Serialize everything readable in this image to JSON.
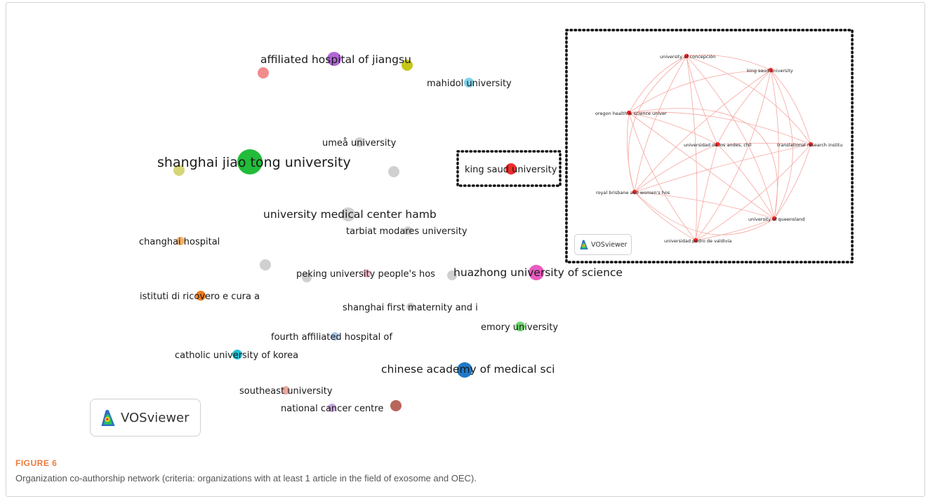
{
  "caption": {
    "label": "FIGURE 6",
    "text": "Organization co-authorship network (criteria: organizations with at least 1 article in the field of exosome and OEC)."
  },
  "logo": {
    "text": "VOSviewer"
  },
  "network": {
    "nodes": [
      {
        "label": "affiliated hospital of jiangsu",
        "color": "#b266d6",
        "size": "m"
      },
      {
        "label": "",
        "color": "#f28c8c",
        "size": "s"
      },
      {
        "label": "",
        "color": "#c6c619",
        "size": "s"
      },
      {
        "label": "mahidol university",
        "color": "#7fd3ea",
        "size": "s"
      },
      {
        "label": "umeå university",
        "color": "#d0d0d0",
        "size": "s"
      },
      {
        "label": "shanghai jiao tong university",
        "color": "#22bb3a",
        "size": "xl"
      },
      {
        "label": "",
        "color": "#d6d678",
        "size": "s"
      },
      {
        "label": "",
        "color": "#d0d0d0",
        "size": "s"
      },
      {
        "label": "king saud university",
        "color": "#ee2b2b",
        "size": "s"
      },
      {
        "label": "university medical center hamb",
        "color": "#d0d0d0",
        "size": "m"
      },
      {
        "label": "tarbiat modares university",
        "color": "#d0d0d0",
        "size": "xs"
      },
      {
        "label": "changhai hospital",
        "color": "#f5b16b",
        "size": "xs"
      },
      {
        "label": "",
        "color": "#d0d0d0",
        "size": "s"
      },
      {
        "label": "peking university people's hos",
        "color": "#f2b8cf",
        "size": "xs"
      },
      {
        "label": "",
        "color": "#d0d0d0",
        "size": "s"
      },
      {
        "label": "",
        "color": "#d0d0d0",
        "size": "s"
      },
      {
        "label": "huazhong university of science",
        "color": "#e85cbf",
        "size": "m"
      },
      {
        "label": "istituti di ricovero e cura a",
        "color": "#f07b1c",
        "size": "s"
      },
      {
        "label": "shanghai first maternity and i",
        "color": "#d0d0d0",
        "size": "xs"
      },
      {
        "label": "emory university",
        "color": "#72d672",
        "size": "s"
      },
      {
        "label": "fourth affiliated hospital of",
        "color": "#a9c8ec",
        "size": "xs"
      },
      {
        "label": "catholic university of korea",
        "color": "#1cc0d8",
        "size": "s"
      },
      {
        "label": "chinese academy of medical sci",
        "color": "#1f78c8",
        "size": "m"
      },
      {
        "label": "southeast university",
        "color": "#e8a8a0",
        "size": "xs"
      },
      {
        "label": "national cancer centre",
        "color": "#c9a6e0",
        "size": "xs"
      },
      {
        "label": "",
        "color": "#b8655b",
        "size": "s"
      }
    ]
  },
  "inset": {
    "edge_color": "#f5a6a0",
    "node_color": "#ee2b2b",
    "nodes": [
      {
        "label": "university of concepción"
      },
      {
        "label": "king saud university"
      },
      {
        "label": "oregon health & science univer"
      },
      {
        "label": "universidad de los andes, chil"
      },
      {
        "label": "translational research institu"
      },
      {
        "label": "royal brisbane and women's hos"
      },
      {
        "label": "university of queensland"
      },
      {
        "label": "universidad pedro de valdivia"
      }
    ]
  }
}
